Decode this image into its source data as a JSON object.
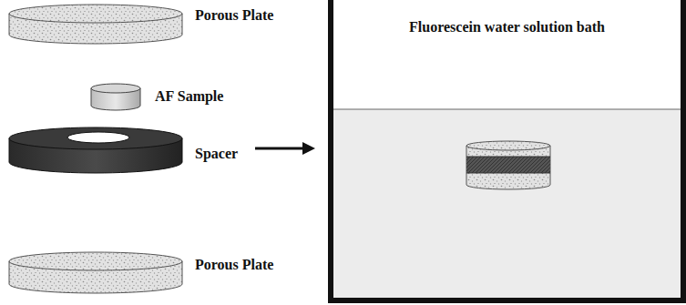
{
  "diagram": {
    "nodes": [
      {
        "text": [
          "Fluorescein water solution bath"
        ]
      }
    ],
    "labels": [
      "Porous Plate",
      "AF Sample",
      "Spacer",
      "Porous Plate"
    ]
  }
}
